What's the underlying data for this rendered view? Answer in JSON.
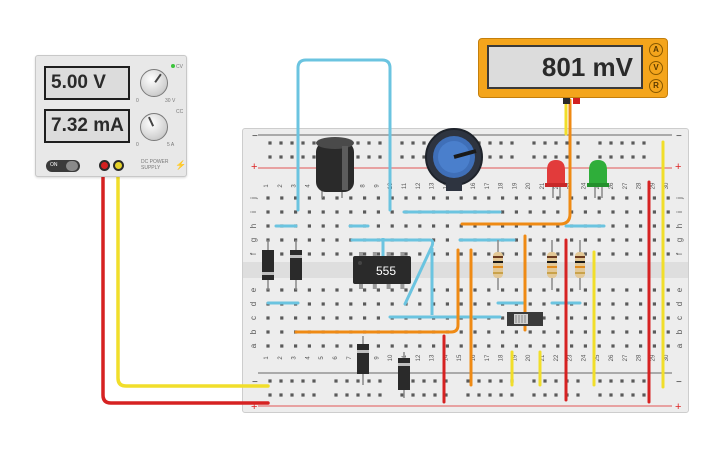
{
  "power_supply": {
    "voltage_display": "5.00 V",
    "current_display": "7.32 mA",
    "power_switch_label": "ON",
    "knob_voltage_min": "0",
    "knob_voltage_max": "30 V",
    "knob_current_min": "0",
    "knob_current_max": "5 A",
    "cv_label": "CV",
    "cc_label": "CC",
    "brand_label": "DC POWER SUPPLY",
    "terminal_colors": {
      "negative": "#d22020",
      "positive": "#e6d22a"
    }
  },
  "multimeter": {
    "display": "801 mV",
    "mode_buttons": [
      "A",
      "V",
      "R"
    ],
    "active_mode": "V",
    "probe_colors": {
      "left": "#2a2a2a",
      "right": "#d22020"
    }
  },
  "breadboard": {
    "row_letters_top": [
      "j",
      "i",
      "h",
      "g",
      "f"
    ],
    "row_letters_bottom": [
      "e",
      "d",
      "c",
      "b",
      "a"
    ],
    "column_numbers": [
      "1",
      "2",
      "3",
      "4",
      "5",
      "6",
      "7",
      "8",
      "9",
      "10",
      "11",
      "12",
      "13",
      "14",
      "15",
      "16",
      "17",
      "18",
      "19",
      "20",
      "21",
      "22",
      "23",
      "24",
      "25",
      "26",
      "27",
      "28",
      "29",
      "30"
    ],
    "rail_minus": "−",
    "rail_plus": "+"
  },
  "components": {
    "ic_label": "555",
    "capacitor": "electrolytic-capacitor",
    "potentiometer": "rotary-potentiometer",
    "led_colors": {
      "red": "#e23b3b",
      "green": "#2fae3a"
    },
    "wire_colors": {
      "blue": "#6bc4e0",
      "orange": "#ef8a14",
      "red": "#d62222",
      "yellow": "#f1de2a"
    }
  }
}
